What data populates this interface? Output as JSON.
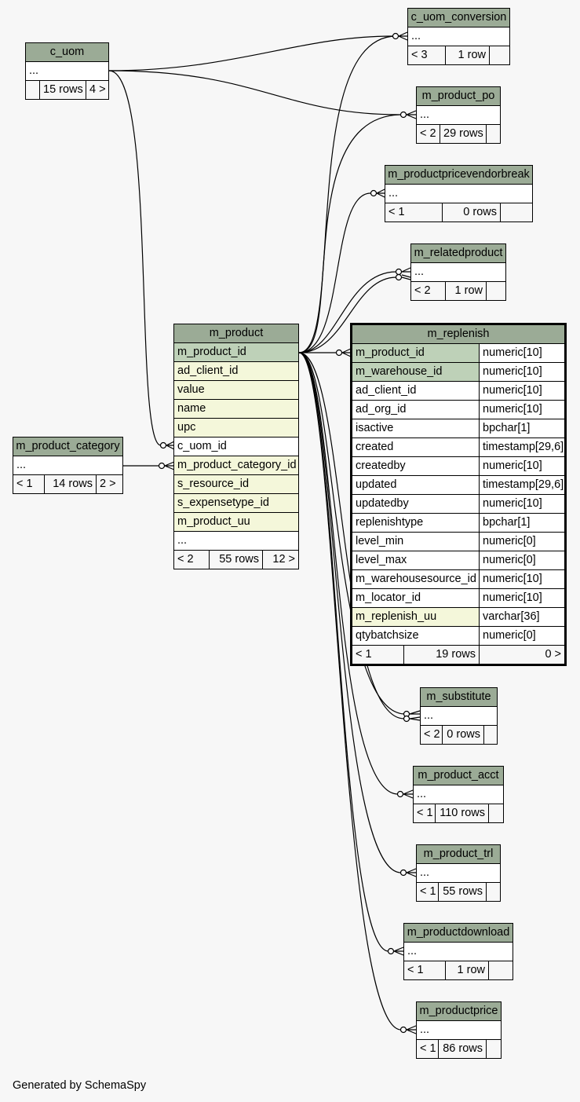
{
  "tables": {
    "c_uom_conversion": {
      "name": "c_uom_conversion",
      "cols": [
        "..."
      ],
      "footer": [
        "< 3",
        "1 row",
        ""
      ]
    },
    "c_uom": {
      "name": "c_uom",
      "cols": [
        "..."
      ],
      "footer": [
        "",
        "15 rows",
        "4 >"
      ]
    },
    "m_product_po": {
      "name": "m_product_po",
      "cols": [
        "..."
      ],
      "footer": [
        "< 2",
        "29 rows",
        ""
      ]
    },
    "m_productpricevendorbreak": {
      "name": "m_productpricevendorbreak",
      "cols": [
        "..."
      ],
      "footer": [
        "< 1",
        "0 rows",
        ""
      ]
    },
    "m_relatedproduct": {
      "name": "m_relatedproduct",
      "cols": [
        "..."
      ],
      "footer": [
        "< 2",
        "1 row",
        ""
      ]
    },
    "m_product": {
      "name": "m_product",
      "cols": [
        "m_product_id",
        "ad_client_id",
        "value",
        "name",
        "upc",
        "c_uom_id",
        "m_product_category_id",
        "s_resource_id",
        "s_expensetype_id",
        "m_product_uu",
        "..."
      ],
      "footer": [
        "< 2",
        "55 rows",
        "12 >"
      ]
    },
    "m_product_category": {
      "name": "m_product_category",
      "cols": [
        "..."
      ],
      "footer": [
        "< 1",
        "14 rows",
        "2 >"
      ]
    },
    "m_replenish": {
      "name": "m_replenish",
      "cols": [
        {
          "name": "m_product_id",
          "type": "numeric[10]"
        },
        {
          "name": "m_warehouse_id",
          "type": "numeric[10]"
        },
        {
          "name": "ad_client_id",
          "type": "numeric[10]"
        },
        {
          "name": "ad_org_id",
          "type": "numeric[10]"
        },
        {
          "name": "isactive",
          "type": "bpchar[1]"
        },
        {
          "name": "created",
          "type": "timestamp[29,6]"
        },
        {
          "name": "createdby",
          "type": "numeric[10]"
        },
        {
          "name": "updated",
          "type": "timestamp[29,6]"
        },
        {
          "name": "updatedby",
          "type": "numeric[10]"
        },
        {
          "name": "replenishtype",
          "type": "bpchar[1]"
        },
        {
          "name": "level_min",
          "type": "numeric[0]"
        },
        {
          "name": "level_max",
          "type": "numeric[0]"
        },
        {
          "name": "m_warehousesource_id",
          "type": "numeric[10]"
        },
        {
          "name": "m_locator_id",
          "type": "numeric[10]"
        },
        {
          "name": "m_replenish_uu",
          "type": "varchar[36]"
        },
        {
          "name": "qtybatchsize",
          "type": "numeric[0]"
        }
      ],
      "footer": [
        "< 1",
        "19 rows",
        "0 >"
      ]
    },
    "m_substitute": {
      "name": "m_substitute",
      "cols": [
        "..."
      ],
      "footer": [
        "< 2",
        "0 rows",
        ""
      ]
    },
    "m_product_acct": {
      "name": "m_product_acct",
      "cols": [
        "..."
      ],
      "footer": [
        "< 1",
        "110 rows",
        ""
      ]
    },
    "m_product_trl": {
      "name": "m_product_trl",
      "cols": [
        "..."
      ],
      "footer": [
        "< 1",
        "55 rows",
        ""
      ]
    },
    "m_productdownload": {
      "name": "m_productdownload",
      "cols": [
        "..."
      ],
      "footer": [
        "< 1",
        "1 row",
        ""
      ]
    },
    "m_productprice": {
      "name": "m_productprice",
      "cols": [
        "..."
      ],
      "footer": [
        "< 1",
        "86 rows",
        ""
      ]
    }
  },
  "footer_note": "Generated by SchemaSpy",
  "colors": {
    "header": "#9bab96",
    "primary_key": "#bed1b8",
    "indexed": "#f4f7da",
    "background": "#f7f7f7"
  }
}
